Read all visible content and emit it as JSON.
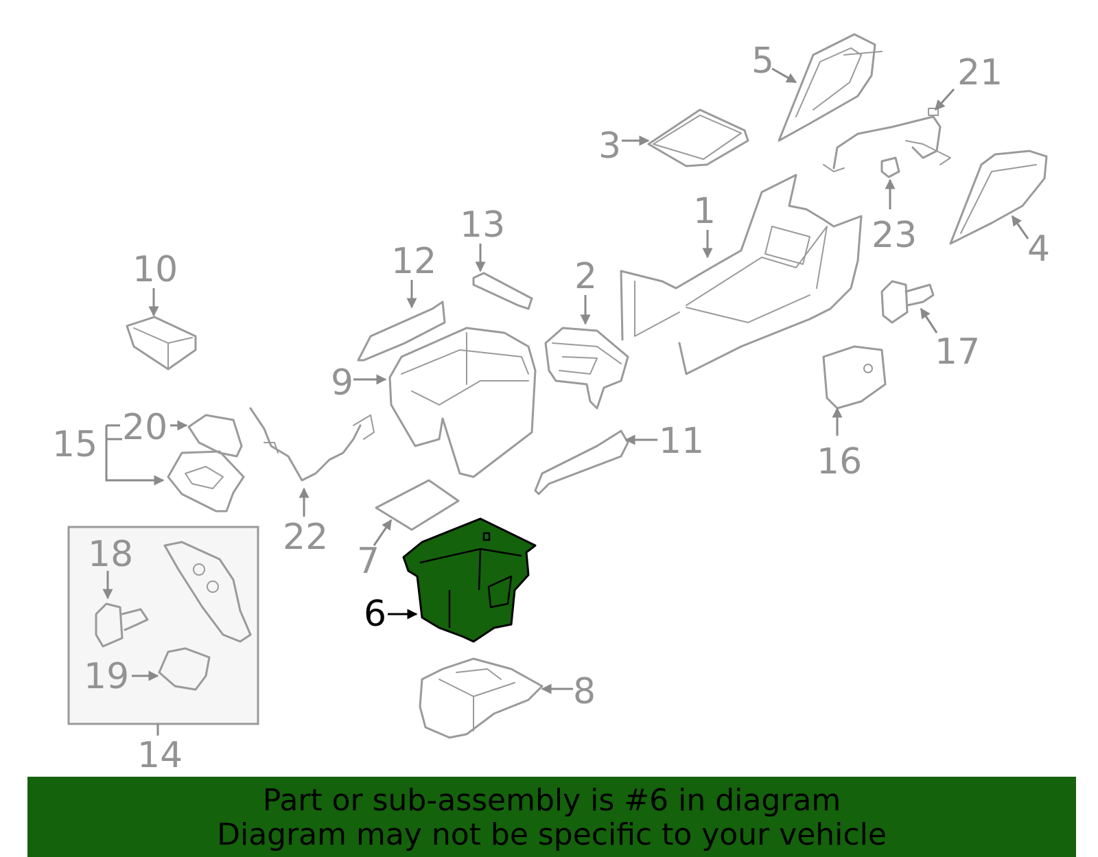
{
  "highlight_color": "#14620b",
  "highlighted_part": "6",
  "callouts": [
    "1",
    "2",
    "3",
    "4",
    "5",
    "6",
    "7",
    "8",
    "9",
    "10",
    "11",
    "12",
    "13",
    "14",
    "15",
    "16",
    "17",
    "18",
    "19",
    "20",
    "21",
    "22",
    "23"
  ],
  "banner": {
    "line1": "Part or sub-assembly is #6 in diagram",
    "line2": "Diagram may not be specific to your vehicle"
  }
}
